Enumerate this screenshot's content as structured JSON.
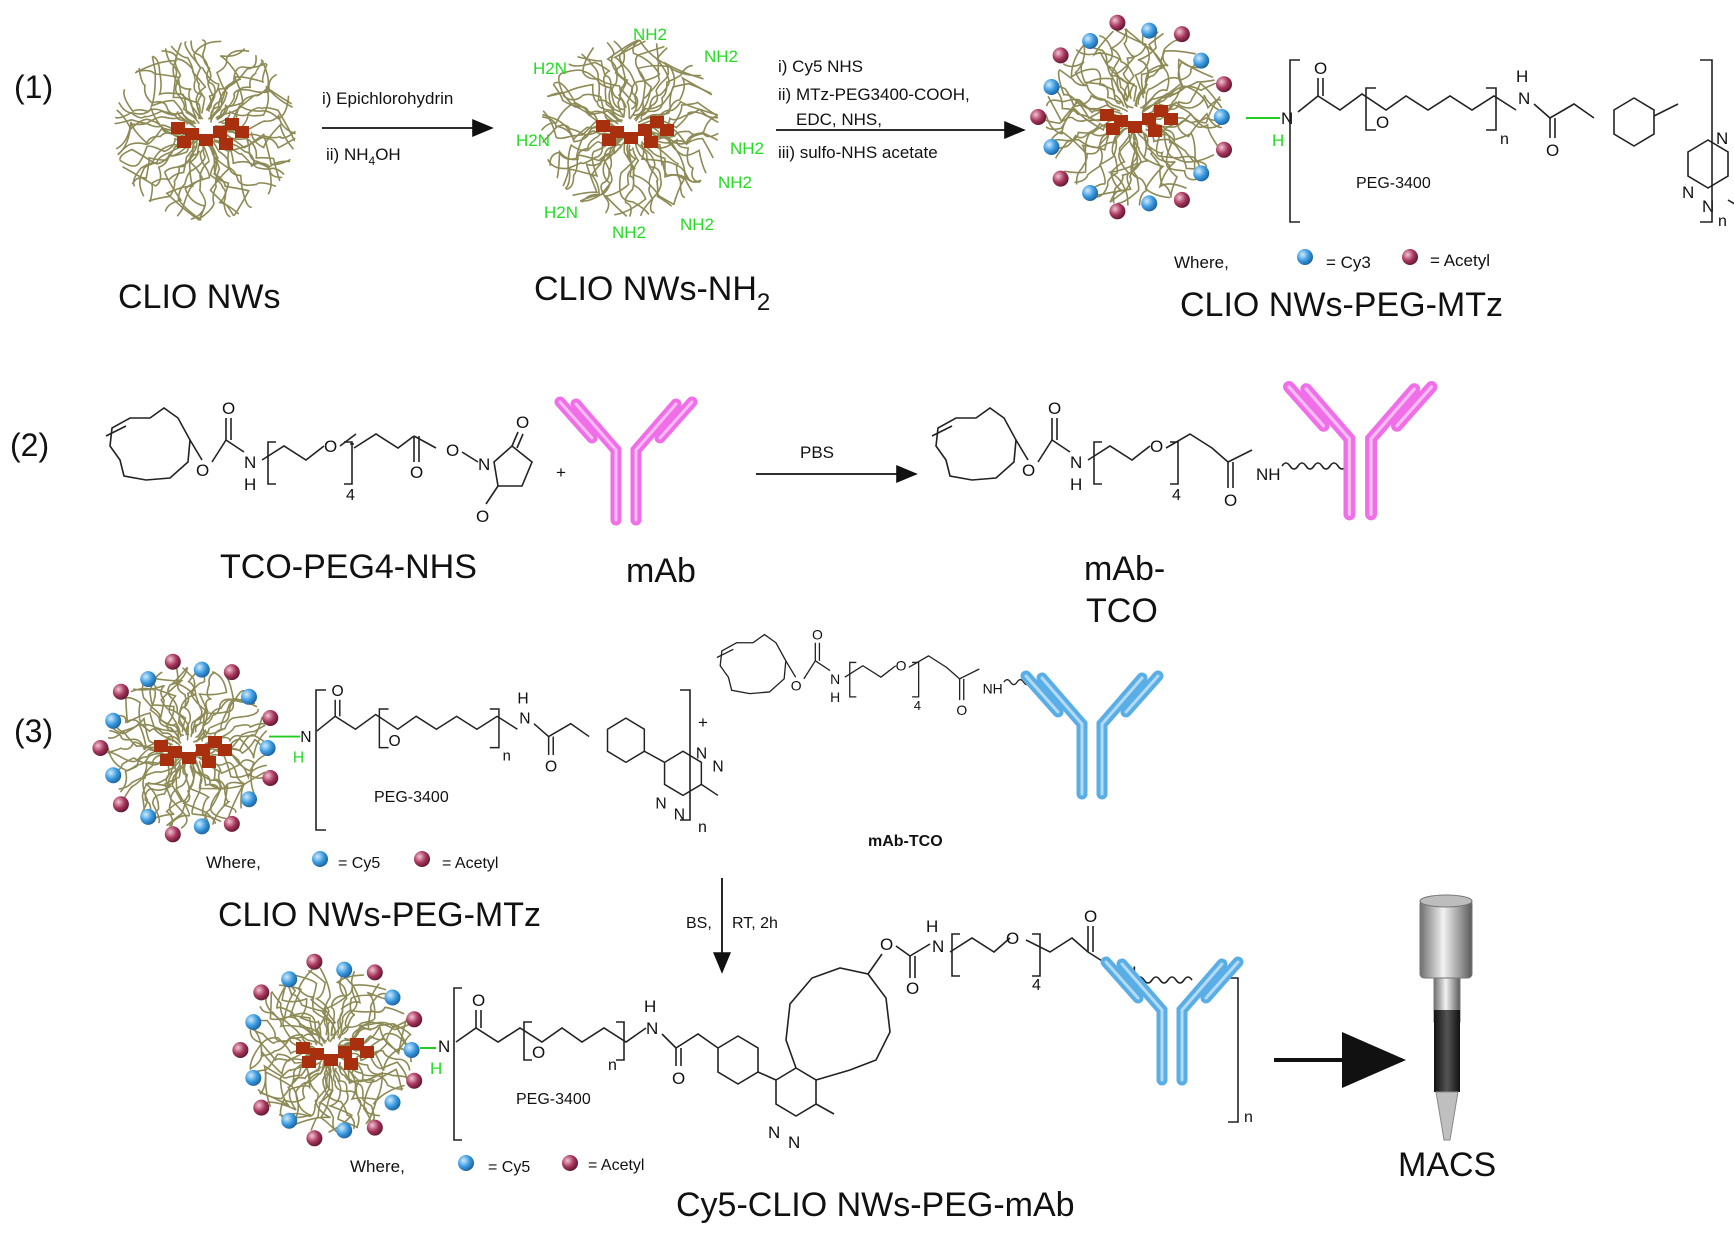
{
  "steps": {
    "s1": "(1)",
    "s2": "(2)",
    "s3": "(3)"
  },
  "row1": {
    "label_clio": "CLIO NWs",
    "label_clio_nh2": "CLIO NWs-NH",
    "label_clio_nh2_sub": "2",
    "reagent1_i": "i) Epichlorohydrin",
    "reagent1_ii": "ii) NH",
    "reagent1_ii_sub": "4",
    "reagent1_ii_end": "OH",
    "reagent2_i": "i) Cy5 NHS",
    "reagent2_ii": "ii) MTz-PEG3400-COOH,",
    "reagent2_ii_b": "EDC,  NHS,",
    "reagent2_iii": "iii) sulfo-NHS acetate",
    "amine_label": "NH2",
    "amine_label_rev": "H2N",
    "peg_label": "PEG-3400",
    "n": "n",
    "where": "Where,",
    "legend_blue": "= Cy3",
    "legend_red": "= Acetyl",
    "label_product": "CLIO NWs-PEG-MTz"
  },
  "row2": {
    "label_tco": "TCO-PEG4-NHS",
    "label_mab": "mAb",
    "plus": "+",
    "reagent_pbs": "PBS",
    "label_product_a": "mAb-",
    "label_product_b": "TCO",
    "four": "4"
  },
  "row3": {
    "plus": "+",
    "mab_tco": "mAb-TCO",
    "peg_label": "PEG-3400",
    "where": "Where,",
    "legend_blue": "= Cy5",
    "legend_red": "= Acetyl",
    "label_reactant": "CLIO NWs-PEG-MTz",
    "conditions_a": "BS,",
    "conditions_b": "RT, 2h",
    "label_final": "Cy5-CLIO NWs-PEG-mAb",
    "label_macs": "MACS"
  },
  "atoms": {
    "O": "O",
    "H": "H",
    "N": "N",
    "NH": "NH",
    "n": "n",
    "four": "4"
  },
  "colors": {
    "nanoworm_strand": "#8d8a55",
    "core": "#a8300f",
    "amine_green": "#22dd22",
    "antibody_pink": "#f06ee8",
    "antibody_blue": "#5aaee6",
    "cy_dye_blue": "#3a9be0",
    "acetyl_red": "#a8375e"
  }
}
